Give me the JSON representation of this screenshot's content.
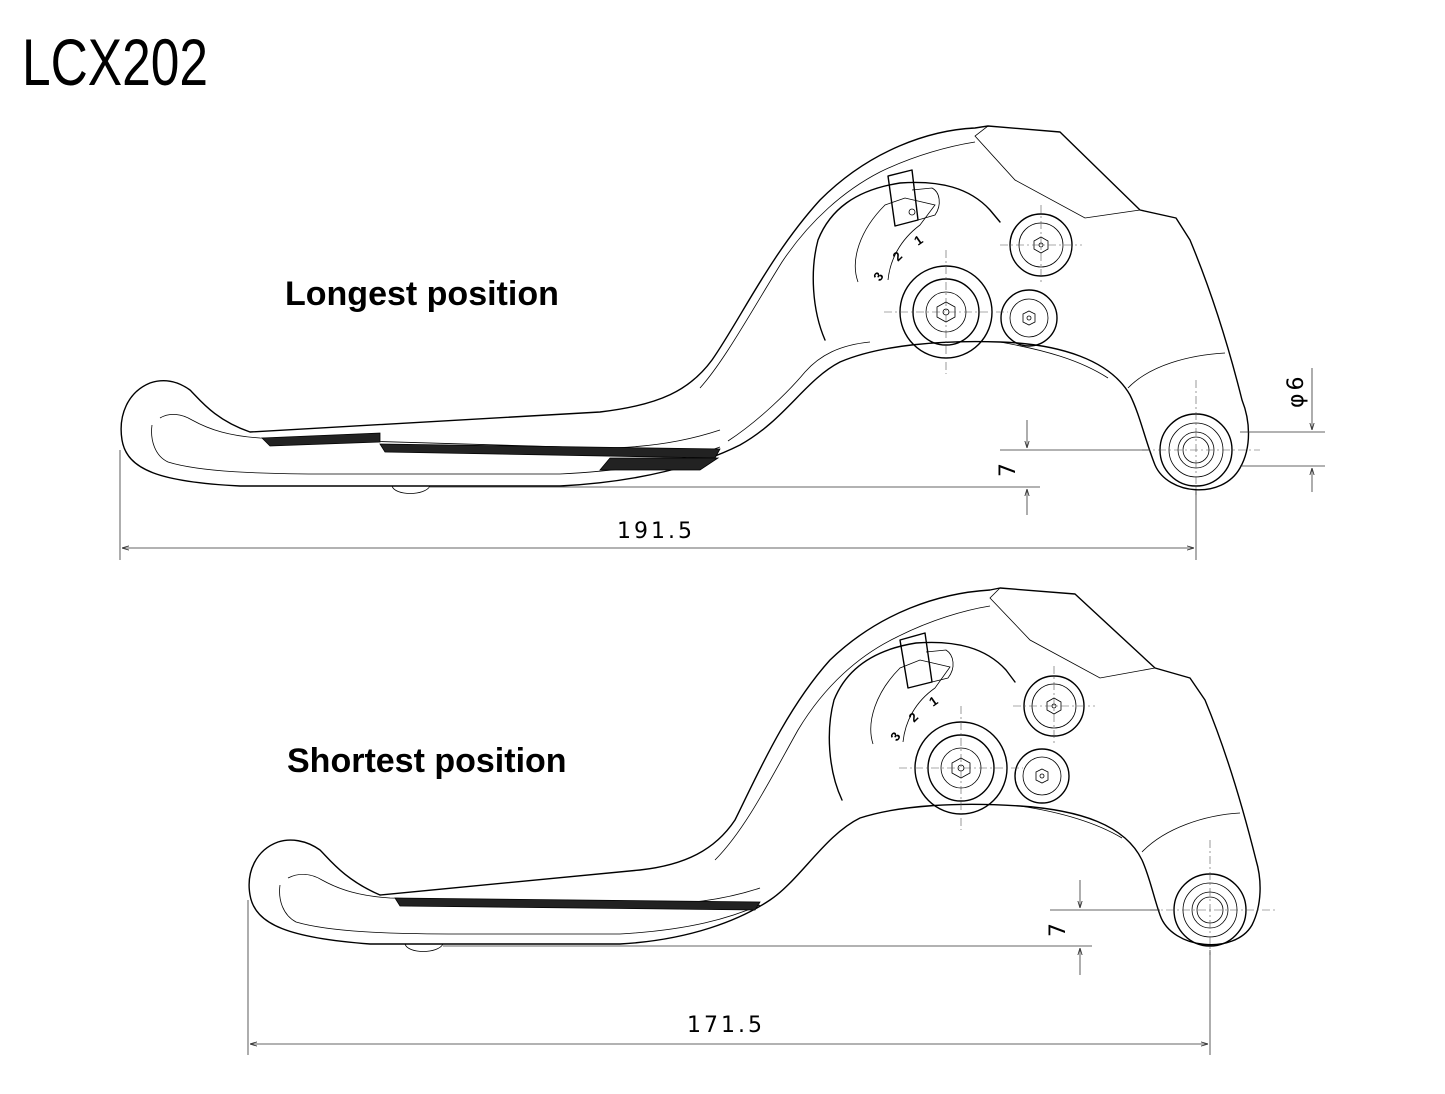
{
  "title": "LCX202",
  "views": [
    {
      "heading": "Longest position",
      "length_dim": "191.5",
      "offset_dim": "7",
      "hole_dim": "φ6",
      "adjuster_marks": [
        "3",
        "2",
        "1"
      ]
    },
    {
      "heading": "Shortest position",
      "length_dim": "171.5",
      "offset_dim": "7",
      "adjuster_marks": [
        "3",
        "2",
        "1"
      ]
    }
  ]
}
